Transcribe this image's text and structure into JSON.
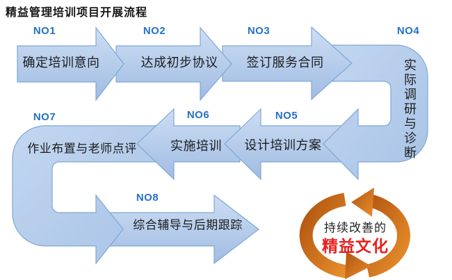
{
  "title": "精益管理培训项目开展流程",
  "steps": [
    {
      "id": "NO1",
      "label": "确定培训意向"
    },
    {
      "id": "NO2",
      "label": "达成初步协议"
    },
    {
      "id": "NO3",
      "label": "签订服务合同"
    },
    {
      "id": "NO4",
      "label": "实际调研与诊断"
    },
    {
      "id": "NO5",
      "label": "设计培训方案"
    },
    {
      "id": "NO6",
      "label": "实施培训"
    },
    {
      "id": "NO7",
      "label": "作业布置与老师点评"
    },
    {
      "id": "NO8",
      "label": "综合辅导与后期跟踪"
    }
  ],
  "cycle": {
    "line1": "持续改善的",
    "line2": "精益文化"
  },
  "colors": {
    "arrow_fill_top": "#c9dbf2",
    "arrow_fill_bottom": "#a4bfe5",
    "arrow_stroke": "#7fa6d6",
    "step_number_blue": "#2470c6",
    "step_text_black": "#1c1c1c",
    "cycle_orange_dark": "#b05410",
    "cycle_orange_light": "#e98f2c",
    "cycle_red_text": "#e8201e",
    "background": "#ffffff"
  }
}
